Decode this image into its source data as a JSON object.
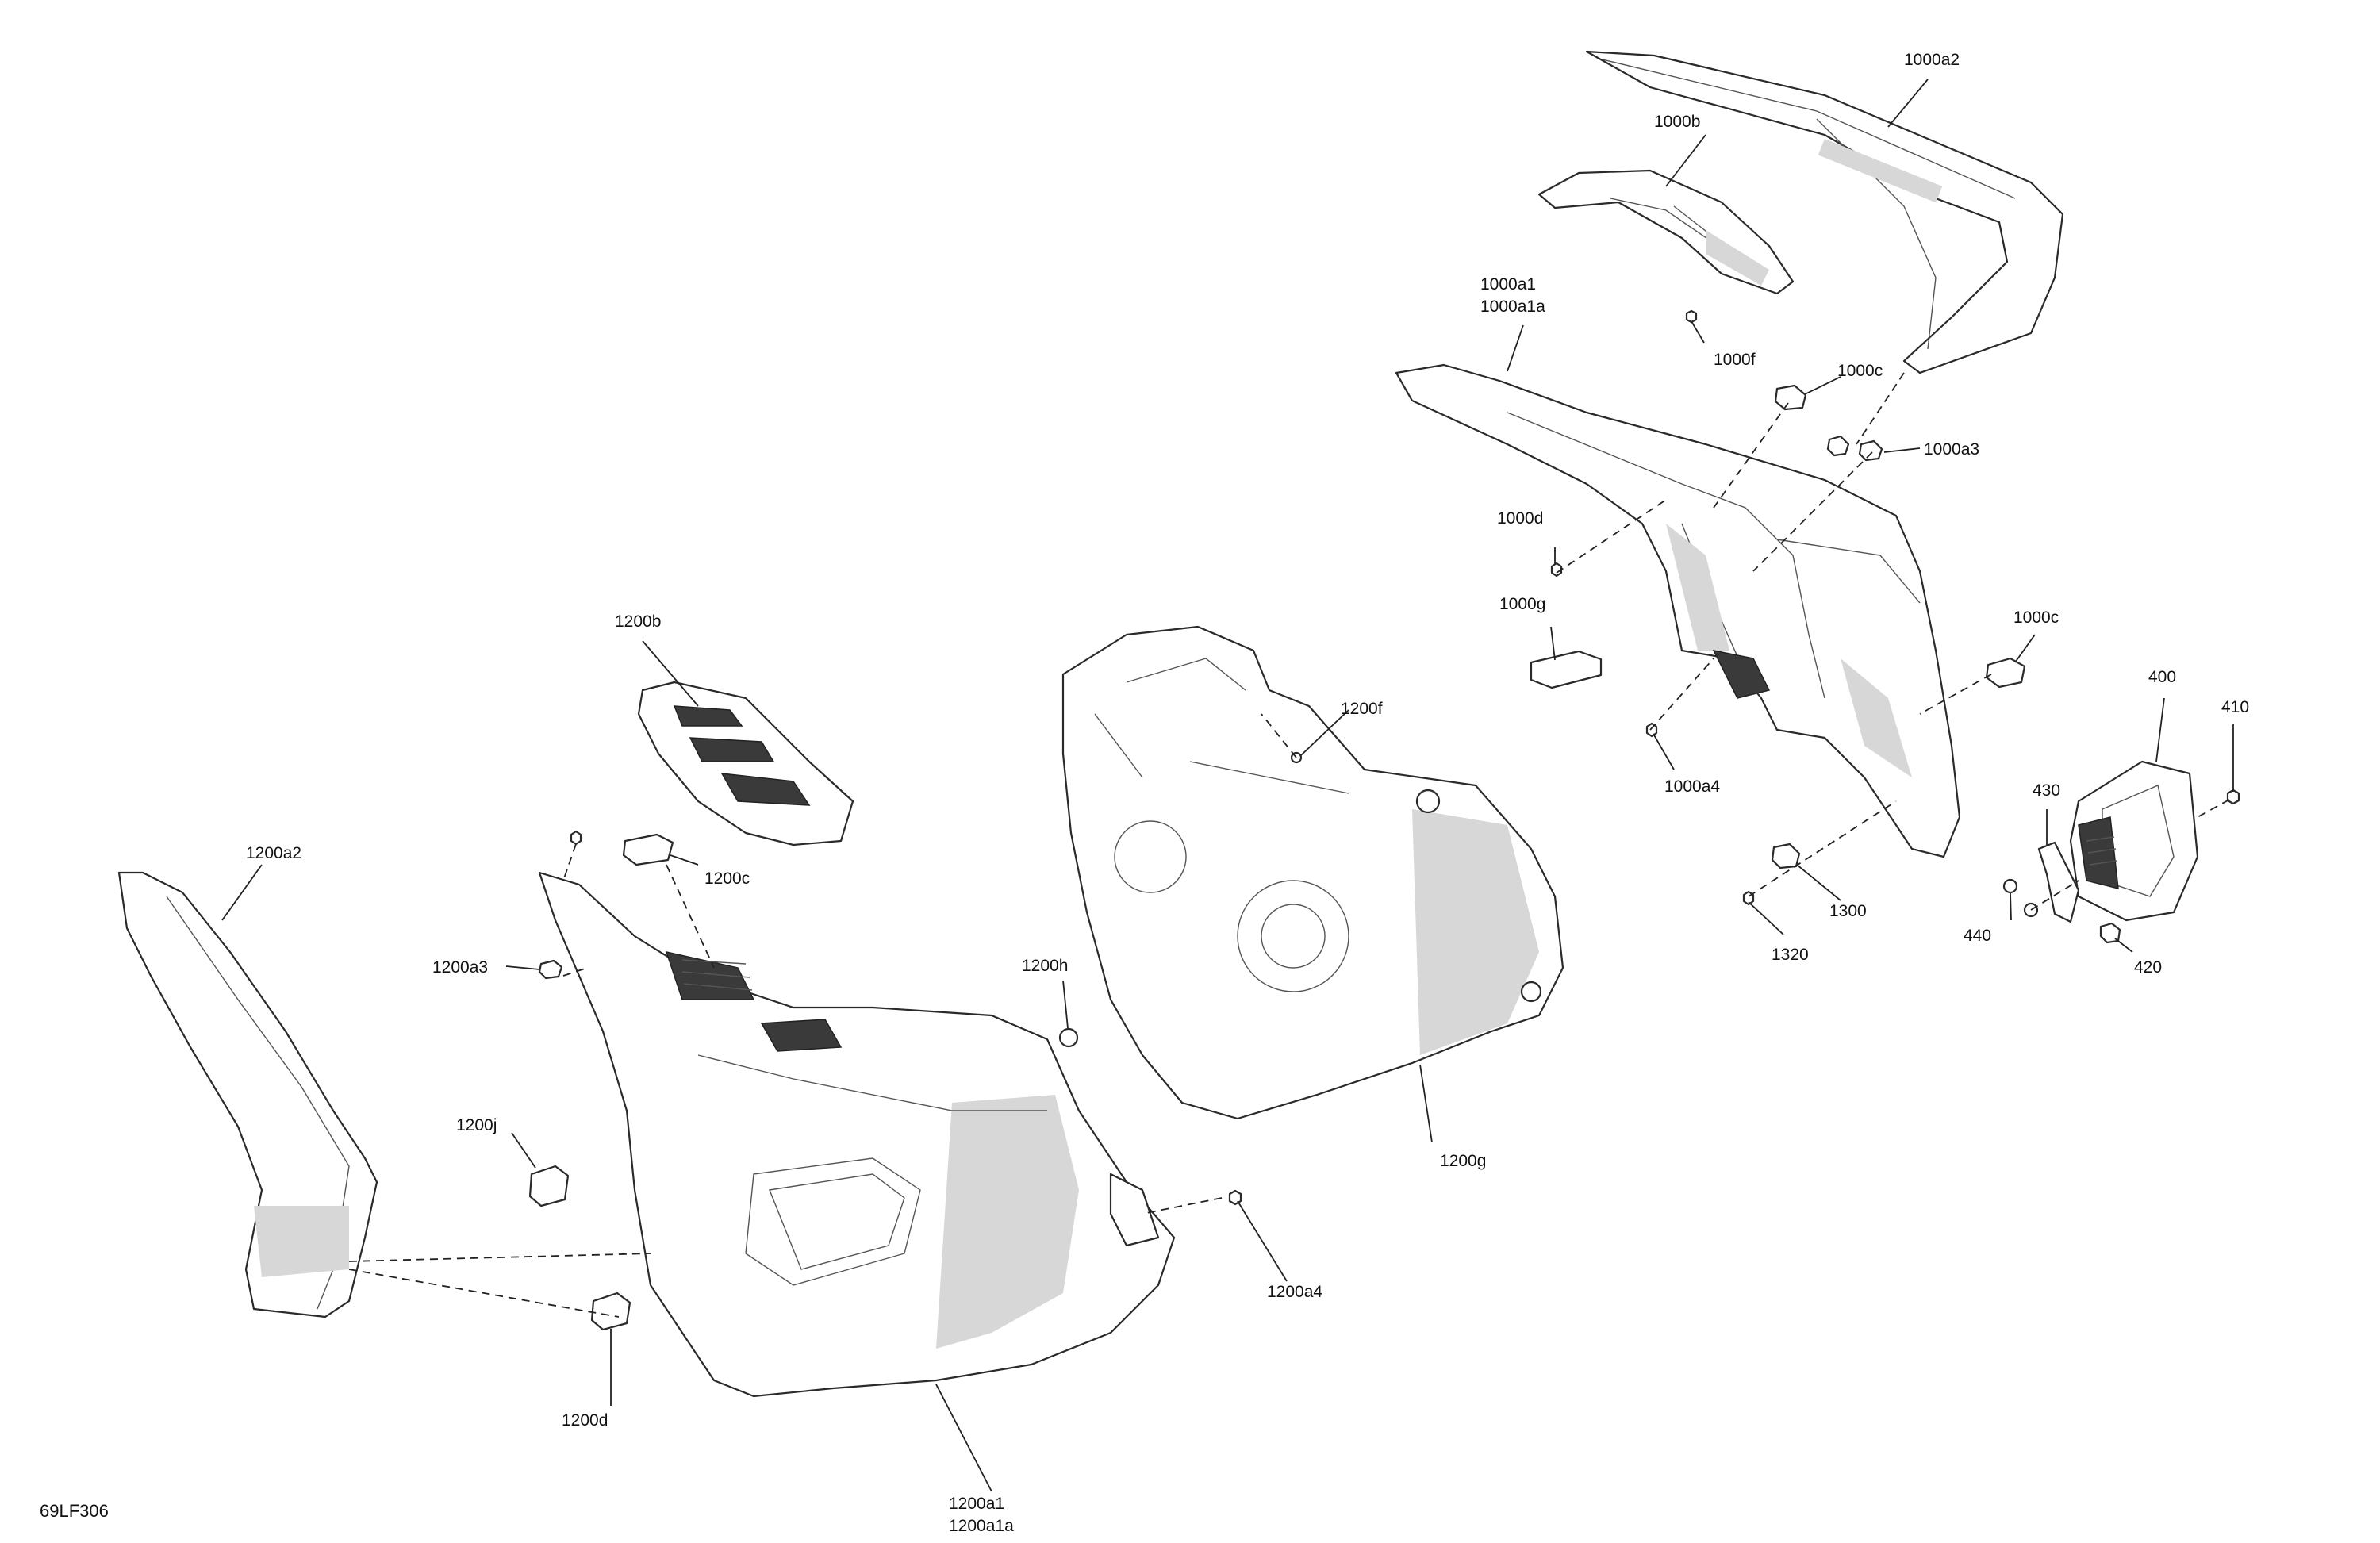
{
  "diagram_ref": "69LF306",
  "labels": {
    "l_1000a2": "1000a2",
    "l_1000b": "1000b",
    "l_1000a1": "1000a1",
    "l_1000a1a": "1000a1a",
    "l_1000f": "1000f",
    "l_1000c_top": "1000c",
    "l_1000a3": "1000a3",
    "l_1000d": "1000d",
    "l_1000g": "1000g",
    "l_1000c_right": "1000c",
    "l_1000a4": "1000a4",
    "l_400": "400",
    "l_410": "410",
    "l_430": "430",
    "l_440": "440",
    "l_420": "420",
    "l_1300": "1300",
    "l_1320": "1320",
    "l_1200b": "1200b",
    "l_1200f": "1200f",
    "l_1200a2": "1200a2",
    "l_1200c": "1200c",
    "l_1200a3": "1200a3",
    "l_1200h": "1200h",
    "l_1200j": "1200j",
    "l_1200g": "1200g",
    "l_1200a4": "1200a4",
    "l_1200d": "1200d",
    "l_1200a1": "1200a1",
    "l_1200a1a": "1200a1a"
  }
}
